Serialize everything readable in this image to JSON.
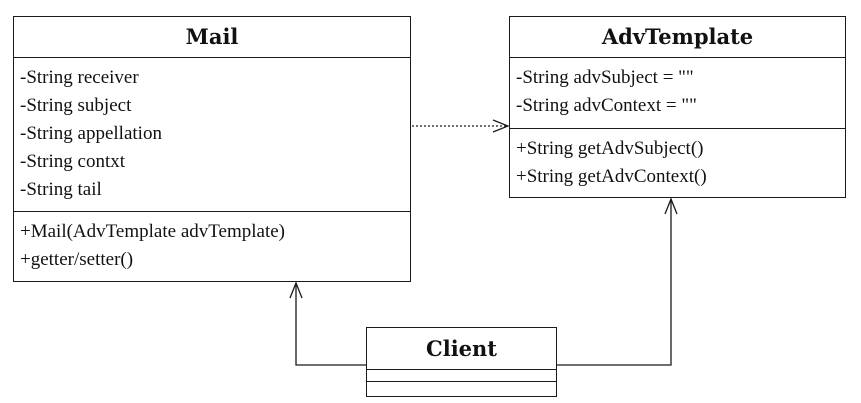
{
  "diagram": {
    "classes": {
      "mail": {
        "name": "Mail",
        "attributes": [
          "-String receiver",
          "-String subject",
          "-String appellation",
          "-String contxt",
          "-String tail"
        ],
        "operations": [
          "+Mail(AdvTemplate advTemplate)",
          "+getter/setter()"
        ]
      },
      "adv_template": {
        "name": "AdvTemplate",
        "attributes": [
          "-String advSubject = \"\"",
          "-String advContext = \"\""
        ],
        "operations": [
          "+String getAdvSubject()",
          "+String getAdvContext()"
        ]
      },
      "client": {
        "name": "Client",
        "attributes": [],
        "operations": []
      }
    },
    "relationships": [
      {
        "from": "Mail",
        "to": "AdvTemplate",
        "kind": "dependency"
      },
      {
        "from": "Client",
        "to": "Mail",
        "kind": "association"
      },
      {
        "from": "Client",
        "to": "AdvTemplate",
        "kind": "association"
      }
    ],
    "colors": {
      "line": "#1a1a1a",
      "background": "#ffffff"
    }
  }
}
